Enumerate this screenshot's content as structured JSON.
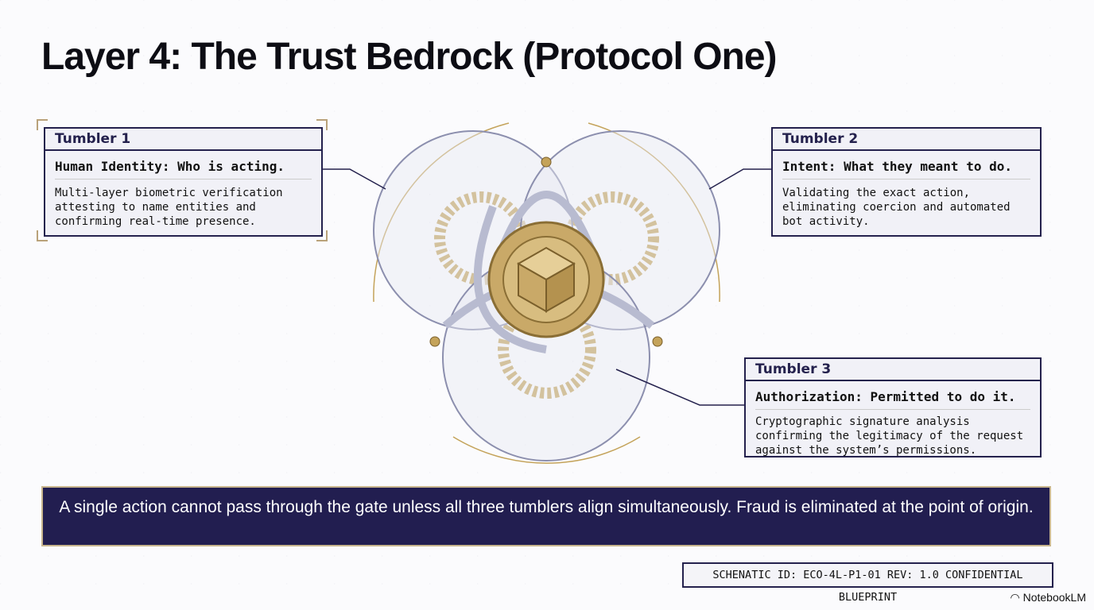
{
  "title": "Layer 4: The Trust Bedrock (Protocol One)",
  "tumblers": [
    {
      "label": "Tumbler 1",
      "heading": "Human Identity: Who is acting.",
      "body": "Multi-layer biometric verification attesting to name entities and confirming real-time presence."
    },
    {
      "label": "Tumbler 2",
      "heading": "Intent: What they meant to do.",
      "body": "Validating the exact action, eliminating coercion and automated bot activity."
    },
    {
      "label": "Tumbler 3",
      "heading": "Authorization: Permitted to do it.",
      "body": "Cryptographic signature analysis confirming the legitimacy of the request against the system’s permissions."
    }
  ],
  "banner": "A single action cannot pass through the gate unless all three tumblers align simultaneously. Fraud is eliminated at the point of origin.",
  "schematic": "SCHENATIC ID: ECO-4L-P1-01 REV: 1.0 CONFIDENTIAL BLUEPRINT",
  "brand": "NotebookLM",
  "colors": {
    "navy": "#221e50",
    "gold": "#c4a35a"
  }
}
